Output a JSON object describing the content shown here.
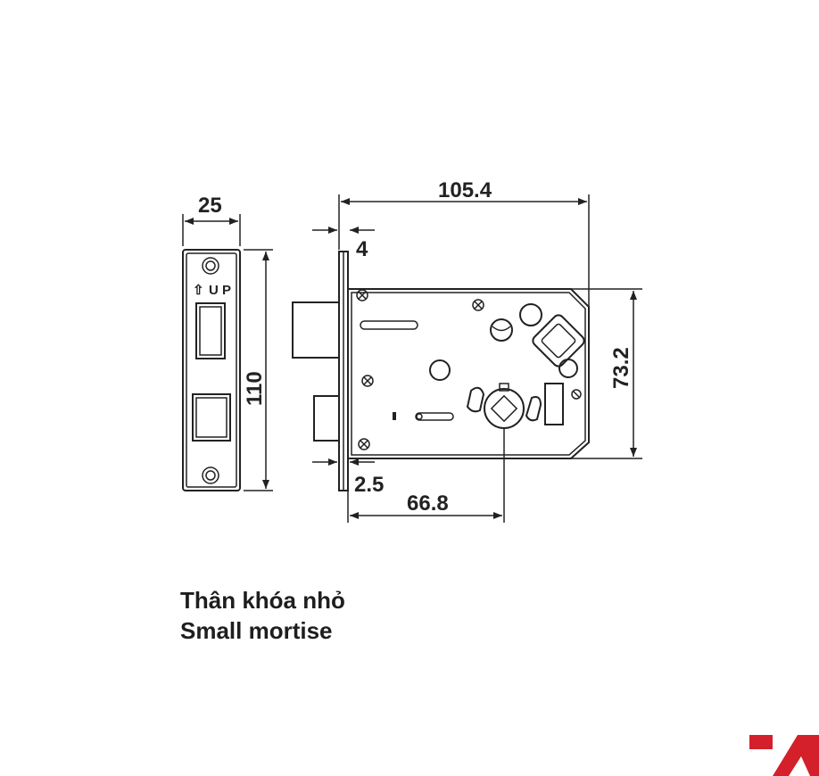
{
  "dimensions": {
    "faceplate_width": "25",
    "faceplate_height": "110",
    "total_length": "105.4",
    "faceplate_thickness": "4",
    "case_height": "73.2",
    "offset": "2.5",
    "backset": "66.8"
  },
  "faceplate_marking": {
    "arrow": "⇧",
    "letters": "U P"
  },
  "caption": {
    "vietnamese": "Thân khóa nhỏ",
    "english": "Small mortise"
  },
  "colors": {
    "line": "#222222",
    "brand": "#d4202a"
  }
}
